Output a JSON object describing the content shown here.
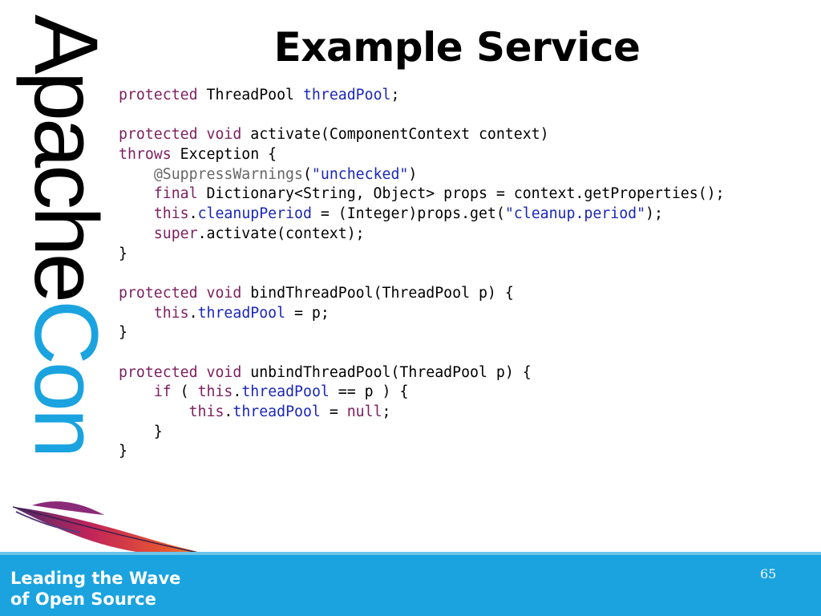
{
  "slide": {
    "title": "Example Service",
    "page_number": "65"
  },
  "logo": {
    "brand_text": "ApacheCon",
    "colors": {
      "apache": "#000000",
      "con": "#1aa3df"
    }
  },
  "footer": {
    "line1": "Leading the Wave",
    "line2": "of Open Source",
    "background": "#1aa3df"
  },
  "code_lines": [
    [
      [
        "kw",
        "protected"
      ],
      [
        "t",
        " ThreadPool "
      ],
      [
        "fld",
        "threadPool"
      ],
      [
        "t",
        ";"
      ]
    ],
    [],
    [
      [
        "kw",
        "protected"
      ],
      [
        "t",
        " "
      ],
      [
        "kw",
        "void"
      ],
      [
        "t",
        " activate(ComponentContext context)"
      ]
    ],
    [
      [
        "kw",
        "throws"
      ],
      [
        "t",
        " Exception {"
      ]
    ],
    [
      [
        "t",
        "    "
      ],
      [
        "ann",
        "@SuppressWarnings"
      ],
      [
        "t",
        "("
      ],
      [
        "str",
        "\"unchecked\""
      ],
      [
        "t",
        ")"
      ]
    ],
    [
      [
        "t",
        "    "
      ],
      [
        "kw",
        "final"
      ],
      [
        "t",
        " Dictionary<String, Object> props = context.getProperties();"
      ]
    ],
    [
      [
        "t",
        "    "
      ],
      [
        "kw",
        "this"
      ],
      [
        "t",
        "."
      ],
      [
        "fld",
        "cleanupPeriod"
      ],
      [
        "t",
        " = (Integer)props.get("
      ],
      [
        "str",
        "\"cleanup.period\""
      ],
      [
        "t",
        ");"
      ]
    ],
    [
      [
        "t",
        "    "
      ],
      [
        "kw",
        "super"
      ],
      [
        "t",
        ".activate(context);"
      ]
    ],
    [
      [
        "t",
        "}"
      ]
    ],
    [],
    [
      [
        "kw",
        "protected"
      ],
      [
        "t",
        " "
      ],
      [
        "kw",
        "void"
      ],
      [
        "t",
        " bindThreadPool(ThreadPool p) {"
      ]
    ],
    [
      [
        "t",
        "    "
      ],
      [
        "kw",
        "this"
      ],
      [
        "t",
        "."
      ],
      [
        "fld",
        "threadPool"
      ],
      [
        "t",
        " = p;"
      ]
    ],
    [
      [
        "t",
        "}"
      ]
    ],
    [],
    [
      [
        "kw",
        "protected"
      ],
      [
        "t",
        " "
      ],
      [
        "kw",
        "void"
      ],
      [
        "t",
        " unbindThreadPool(ThreadPool p) {"
      ]
    ],
    [
      [
        "t",
        "    "
      ],
      [
        "kw",
        "if"
      ],
      [
        "t",
        " ( "
      ],
      [
        "kw",
        "this"
      ],
      [
        "t",
        "."
      ],
      [
        "fld",
        "threadPool"
      ],
      [
        "t",
        " == p ) {"
      ]
    ],
    [
      [
        "t",
        "        "
      ],
      [
        "kw",
        "this"
      ],
      [
        "t",
        "."
      ],
      [
        "fld",
        "threadPool"
      ],
      [
        "t",
        " = "
      ],
      [
        "kw",
        "null"
      ],
      [
        "t",
        ";"
      ]
    ],
    [
      [
        "t",
        "    }"
      ]
    ],
    [
      [
        "t",
        "}"
      ]
    ]
  ]
}
